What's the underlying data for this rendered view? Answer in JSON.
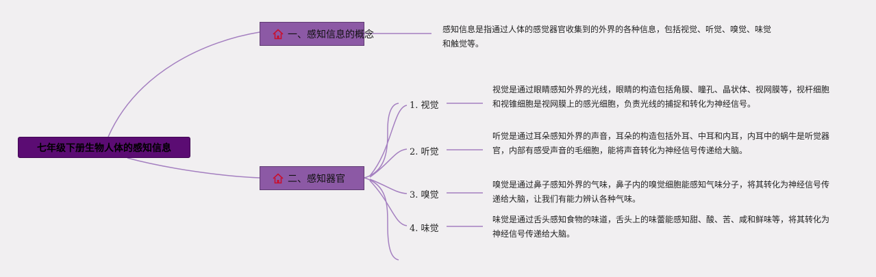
{
  "root": {
    "title": "七年级下册生物人体的感知信息"
  },
  "branch1": {
    "title": "一、感知信息的概念",
    "icon": "home-icon",
    "desc": "感知信息是指通过人体的感觉器官收集到的外界的各种信息，包括视觉、听觉、嗅觉、味觉和触觉等。"
  },
  "branch2": {
    "title": "二、感知器官",
    "icon": "home-icon",
    "items": [
      {
        "label": "1. 视觉",
        "desc": "视觉是通过眼睛感知外界的光线，眼睛的构造包括角膜、瞳孔、晶状体、视网膜等，视杆细胞和视锥细胞是视网膜上的感光细胞，负责光线的捕捉和转化为神经信号。"
      },
      {
        "label": "2. 听觉",
        "desc": "听觉是通过耳朵感知外界的声音，耳朵的构造包括外耳、中耳和内耳，内耳中的蜗牛是听觉器官，内部有感受声音的毛细胞，能将声音转化为神经信号传递给大脑。"
      },
      {
        "label": "3. 嗅觉",
        "desc": "嗅觉是通过鼻子感知外界的气味，鼻子内的嗅觉细胞能感知气味分子，将其转化为神经信号传递给大脑，让我们有能力辨认各种气味。"
      },
      {
        "label": "4. 味觉",
        "desc": "味觉是通过舌头感知食物的味道，舌头上的味蕾能感知甜、酸、苦、咸和鲜味等，将其转化为神经信号传递给大脑。"
      }
    ]
  },
  "colors": {
    "background": "#f1eff1",
    "root": "#5b0c73",
    "branch": "#8c59a5",
    "line": "#a47fc0",
    "icon": "#c8102e"
  }
}
